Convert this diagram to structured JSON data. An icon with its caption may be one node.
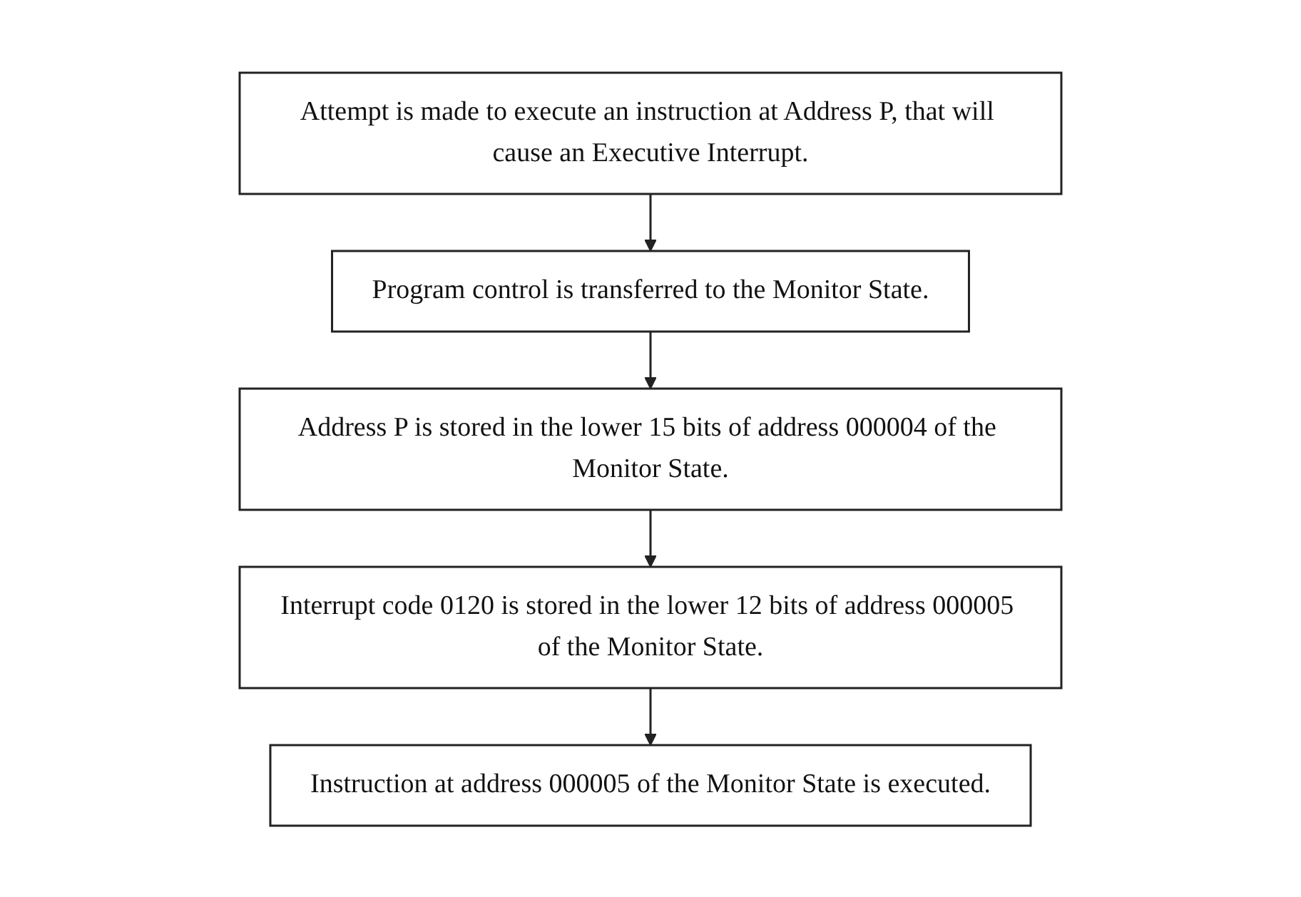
{
  "diagram": {
    "nodes": [
      {
        "text": [
          "Attempt is made to execute an instruction at Address P, that will cause an Executive Interrupt."
        ]
      },
      {
        "text": [
          "Program control is transferred to the Monitor State."
        ]
      },
      {
        "text": [
          "Address P is stored in the lower 15 bits of address 000004 of the Monitor State."
        ]
      },
      {
        "text": [
          "Interrupt code 0120 is stored in the lower 12 bits of address 000005 of the Monitor State."
        ]
      },
      {
        "text": [
          "Instruction at address 000005 of the Monitor State is executed."
        ]
      }
    ],
    "edges": [
      {
        "from": 0,
        "to": 1,
        "arrow": "to"
      },
      {
        "from": 1,
        "to": 2,
        "arrow": "to"
      },
      {
        "from": 2,
        "to": 3,
        "arrow": "to"
      },
      {
        "from": 3,
        "to": 4,
        "arrow": "to"
      }
    ]
  }
}
